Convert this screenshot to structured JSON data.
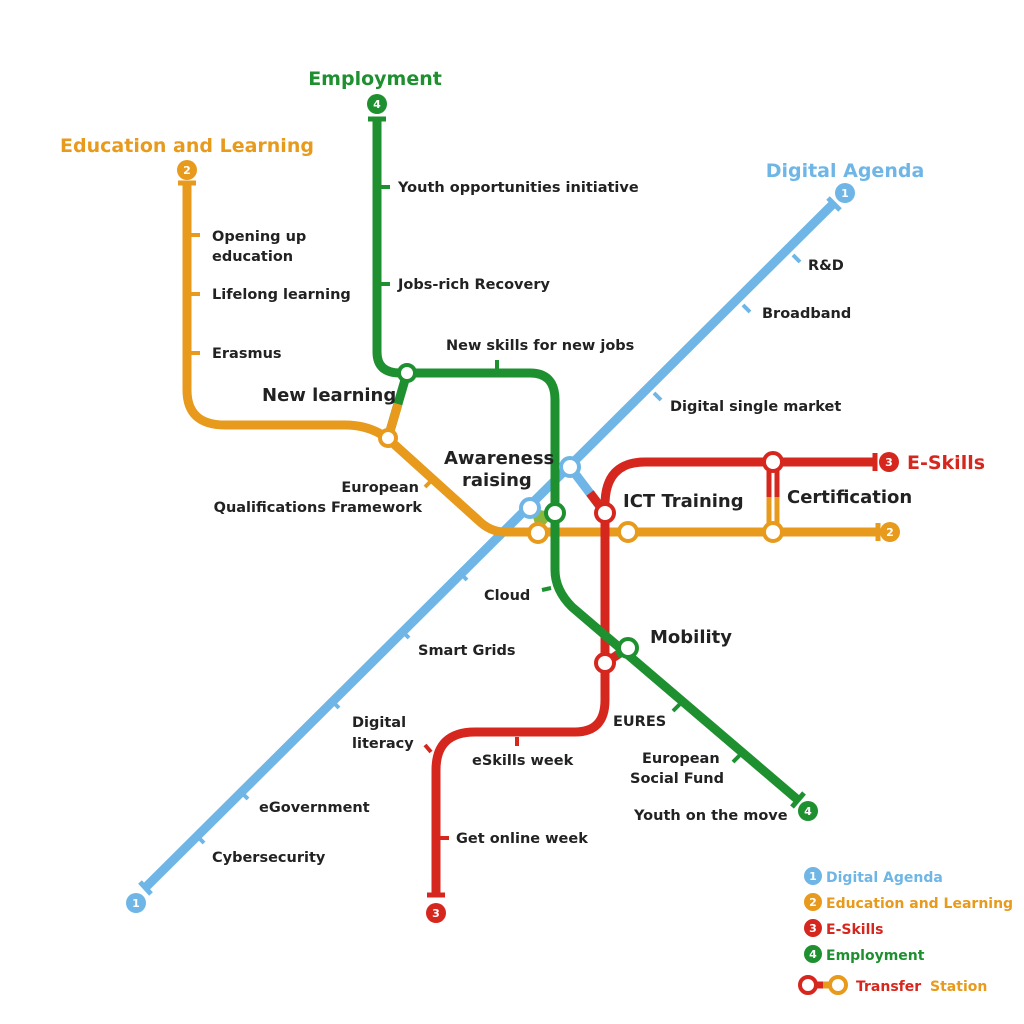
{
  "colors": {
    "digital": "#6fb6e6",
    "education": "#e89a1c",
    "eskills": "#d6271f",
    "employment": "#1e9030",
    "label": "#222222"
  },
  "lines": {
    "digital": {
      "number": "1",
      "title": "Digital Agenda"
    },
    "education": {
      "number": "2",
      "title": "Education and Learning"
    },
    "eskills": {
      "number": "3",
      "title": "E-Skills"
    },
    "employment": {
      "number": "4",
      "title": "Employment"
    }
  },
  "stations": {
    "youth_opportunities": "Youth opportunities initiative",
    "jobs_rich": "Jobs-rich Recovery",
    "new_skills": "New skills for new jobs",
    "opening_1": "Opening up",
    "opening_2": "education",
    "lifelong": "Lifelong learning",
    "erasmus": "Erasmus",
    "eqf_1": "European",
    "eqf_2": "Qualifications Framework",
    "rd": "R&D",
    "broadband": "Broadband",
    "single_market": "Digital single market",
    "cloud": "Cloud",
    "smart_grids": "Smart Grids",
    "literacy_1": "Digital",
    "literacy_2": "literacy",
    "egov": "eGovernment",
    "cyber": "Cybersecurity",
    "eskills_week": "eSkills week",
    "get_online": "Get online week",
    "eures": "EURES",
    "esf_1": "European",
    "esf_2": "Social Fund",
    "youth_move": "Youth on the move"
  },
  "transfers": {
    "new_learning": "New learning",
    "awareness_1": "Awareness",
    "awareness_2": "raising",
    "ict_training": "ICT Training",
    "certification": "Certification",
    "mobility": "Mobility"
  },
  "legend": {
    "items": [
      {
        "number": "1",
        "label": "Digital Agenda"
      },
      {
        "number": "2",
        "label": "Education and Learning"
      },
      {
        "number": "3",
        "label": "E-Skills"
      },
      {
        "number": "4",
        "label": "Employment"
      }
    ],
    "transfer_word1": "Transfer",
    "transfer_word2": "Station"
  }
}
